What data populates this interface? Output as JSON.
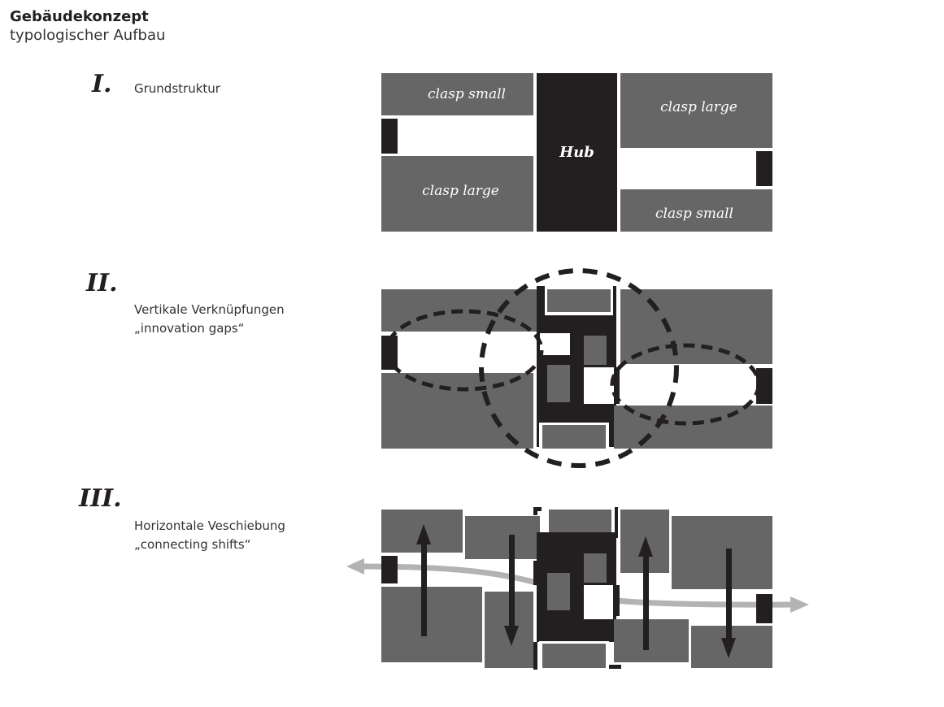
{
  "header": {
    "title": "Gebäudekonzept",
    "subtitle": "typologischer Aufbau"
  },
  "sections": [
    {
      "numeral": "I.",
      "label": "Grundstruktur",
      "sublabel": ""
    },
    {
      "numeral": "II.",
      "label": "Vertikale Verknüpfungen",
      "sublabel": "„innovation gaps“"
    },
    {
      "numeral": "III.",
      "label": "Horizontale Veschiebung",
      "sublabel": "„connecting shifts“"
    }
  ],
  "diagram1": {
    "clasp_small_left": "clasp small",
    "clasp_large_left": "clasp large",
    "hub": "Hub",
    "clasp_large_right": "clasp large",
    "clasp_small_right": "clasp small"
  },
  "colors": {
    "block": "#666666",
    "hub": "#231f20",
    "flow": "#b3b3b3"
  }
}
